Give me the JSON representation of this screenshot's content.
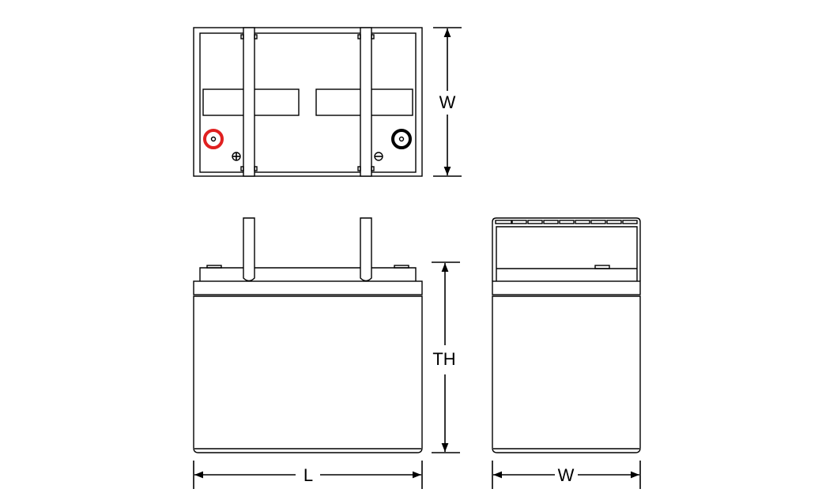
{
  "labels": {
    "top_width": "W",
    "height": "TH",
    "length": "L",
    "side_width": "W"
  },
  "colors": {
    "positive_terminal": "#e02020",
    "negative_terminal": "#000000",
    "line": "#000000"
  },
  "symbols": {
    "positive": "plus-symbol",
    "negative": "minus-symbol"
  }
}
